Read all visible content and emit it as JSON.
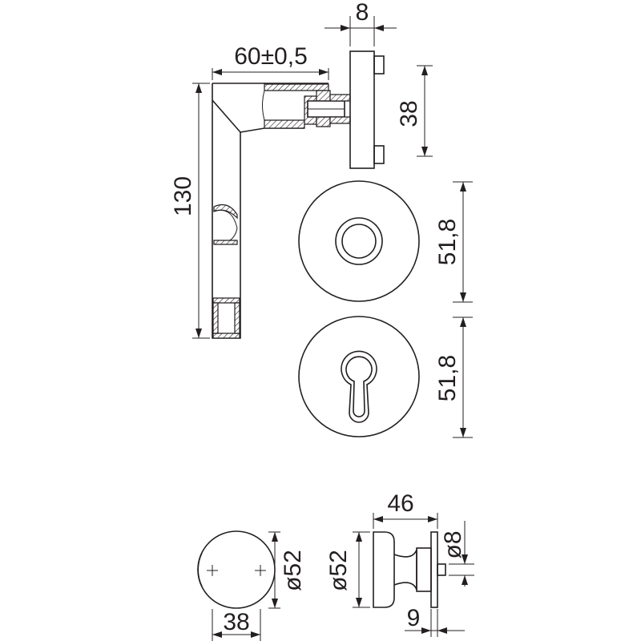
{
  "dimensions": {
    "rose_thickness": "8",
    "lever_projection": "60±0,5",
    "rose_height_side": "38",
    "lever_length": "130",
    "rose_diameter_top": "51,8",
    "rose_diameter_keyhole": "51,8",
    "knob_overall_depth": "46",
    "spindle_diameter": "ø8",
    "knob_diameter_front": "ø52",
    "knob_diameter_side": "ø52",
    "knob_width": "38",
    "rose_thickness_knob": "9"
  }
}
